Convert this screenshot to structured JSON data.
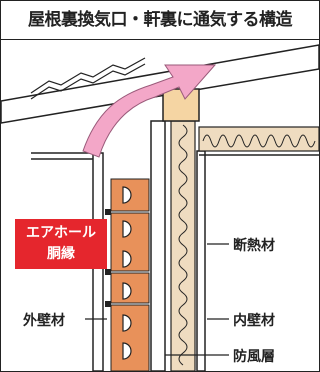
{
  "title": "屋根裏換気口・軒裏に通気する構造",
  "labels": {
    "air_hole_line1": "エアホール",
    "air_hole_line2": "胴縁",
    "insulation": "断熱材",
    "exterior_wall": "外壁材",
    "interior_wall": "内壁材",
    "windbreak_layer": "防風層"
  },
  "colors": {
    "title_text": "#222222",
    "highlight_red": "#e5262d",
    "furring_orange": "#e8915a",
    "insulation_beige": "#efdcc0",
    "airflow_pink": "#f3a7c8",
    "block_tan": "#f5d5a3"
  }
}
